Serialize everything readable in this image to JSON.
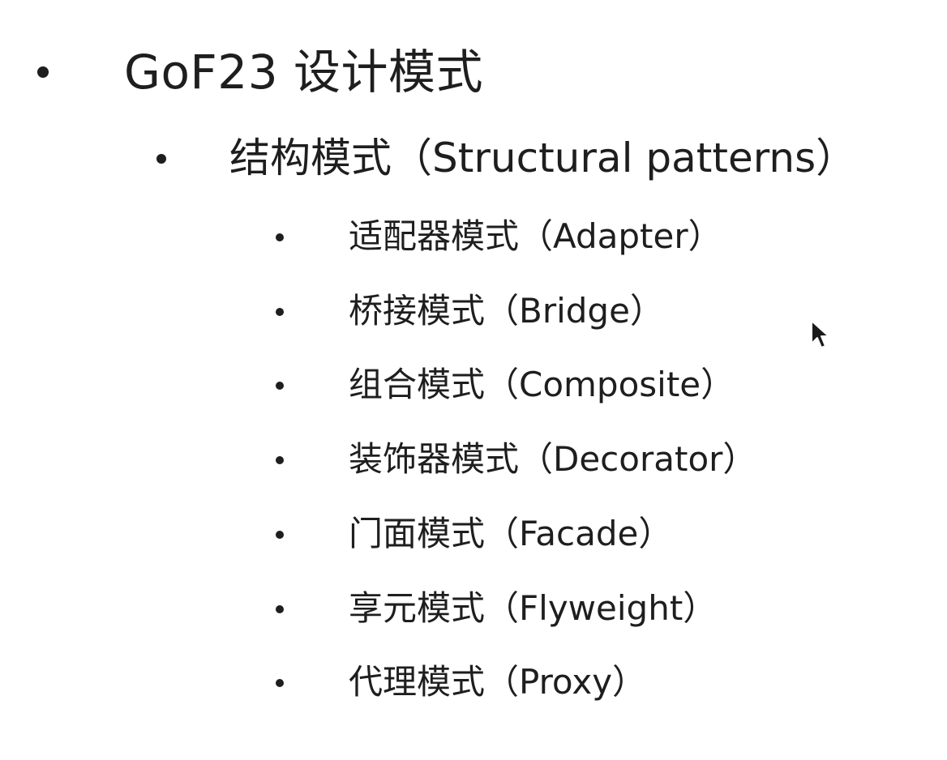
{
  "title": "GoF23 设计模式",
  "category": "结构模式（Structural patterns）",
  "patterns": [
    "适配器模式（Adapter）",
    "桥接模式（Bridge）",
    "组合模式（Composite）",
    "装饰器模式（Decorator）",
    "门面模式（Facade）",
    "享元模式（Flyweight）",
    "代理模式（Proxy）"
  ],
  "icons": {
    "bullet": "bullet-dot-icon",
    "cursor": "mouse-pointer-icon"
  },
  "colors": {
    "text": "#1e1e1e",
    "background": "#ffffff"
  }
}
